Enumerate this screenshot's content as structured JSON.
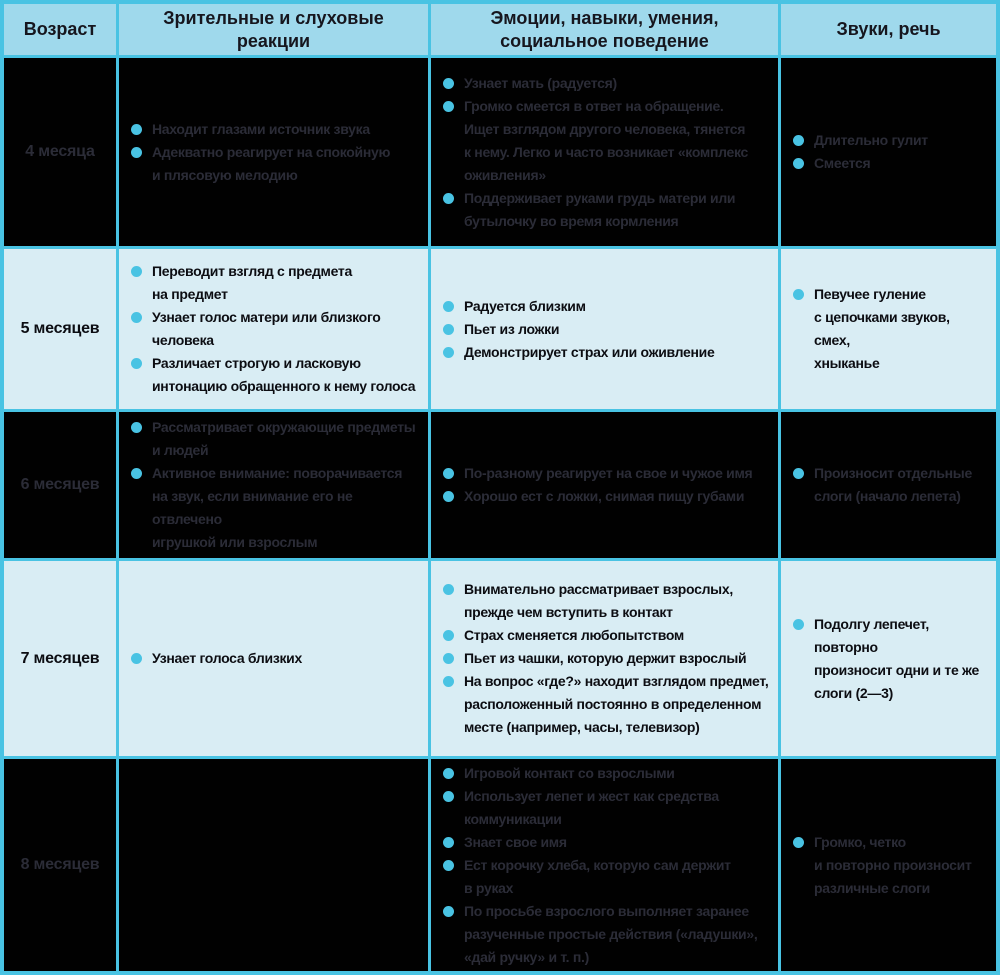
{
  "colors": {
    "grid_border": "#49c3e3",
    "header_bg": "#9fd9ec",
    "light_row_bg": "#d9edf4",
    "dark_row_bg": "#010101",
    "dark_row_text": "#2b2c37",
    "bullet_accent": "#49c3e3"
  },
  "icons": {
    "bullet_icon": "filled-circle"
  },
  "table": {
    "headers": [
      "Возраст",
      "Зрительные и слуховые реакции",
      "Эмоции, навыки, умения,\nсоциальное поведение",
      "Звуки, речь"
    ],
    "rows": [
      {
        "age": "4 месяца",
        "visual": [
          "Находит глазами источник звука",
          "Адекватно реагирует на спокойную\nи плясовую мелодию"
        ],
        "social": [
          "Узнает мать (радуется)",
          "Громко смеется в ответ на обращение.\nИщет взглядом другого человека, тянется\nк нему. Легко и часто возникает «комплекс\nоживления»",
          "Поддерживает руками грудь матери или\nбутылочку во время кормления"
        ],
        "speech": [
          "Длительно гулит",
          "Смеется"
        ]
      },
      {
        "age": "5 месяцев",
        "visual": [
          "Переводит взгляд с предмета\nна предмет",
          "Узнает голос матери или близкого\nчеловека",
          "Различает строгую и ласковую\nинтонацию обращенного к нему голоса"
        ],
        "social": [
          "Радуется близким",
          "Пьет из ложки",
          "Демонстрирует страх или оживление"
        ],
        "speech": [
          "Певучее гуление\nс цепочками звуков, смех,\nхныканье"
        ]
      },
      {
        "age": "6 месяцев",
        "visual": [
          "Рассматривает окружающие предметы\nи людей",
          "Активное внимание: поворачивается\nна звук, если внимание его не отвлечено\nигрушкой или взрослым"
        ],
        "social": [
          "По-разному реагирует на свое и чужое имя",
          "Хорошо ест с ложки, снимая пищу губами"
        ],
        "speech": [
          "Произносит отдельные\nслоги (начало лепета)"
        ]
      },
      {
        "age": "7 месяцев",
        "visual": [
          "Узнает голоса близких"
        ],
        "social": [
          "Внимательно рассматривает взрослых,\nпрежде чем вступить в контакт",
          "Страх сменяется любопытством",
          "Пьет из чашки, которую держит взрослый",
          "На вопрос «где?» находит взглядом предмет,\nрасположенный постоянно в определенном\nместе (например, часы, телевизор)"
        ],
        "speech": [
          "Подолгу лепечет, повторно\nпроизносит одни и те же\nслоги (2—3)"
        ]
      },
      {
        "age": "8 месяцев",
        "visual": [],
        "social": [
          "Игровой контакт со взрослыми",
          "Использует лепет и жест как средства\nкоммуникации",
          "Знает свое имя",
          "Ест корочку хлеба, которую сам держит\nв руках",
          "По просьбе взрослого выполняет заранее\nразученные простые действия («ладушки»,\n«дай ручку» и т. п.)"
        ],
        "speech": [
          "Громко, четко\nи повторно произносит\nразличные слоги"
        ]
      }
    ]
  }
}
